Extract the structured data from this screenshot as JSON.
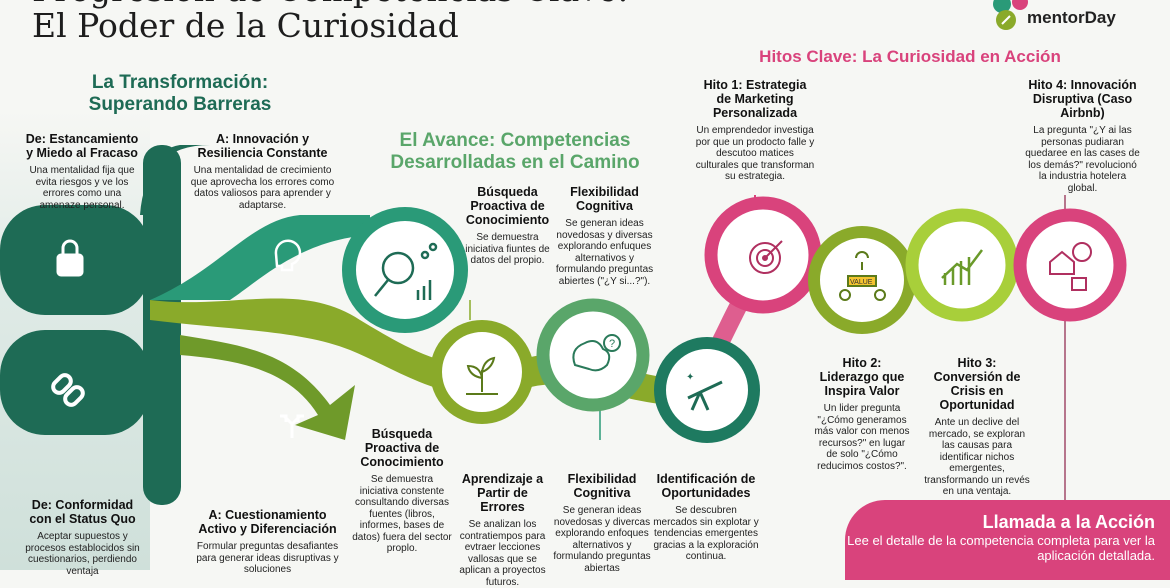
{
  "title": {
    "line1": "Progresión de Competencias Clave:",
    "line2": "El Poder de la Curiosidad"
  },
  "logo": {
    "name": "mentorDay"
  },
  "colors": {
    "dark_green": "#1e6b55",
    "teal": "#2a9a78",
    "olive": "#8aaa2a",
    "lime": "#a8cf3a",
    "pink": "#d9437c",
    "section_green": "#5aa66a"
  },
  "transformation": {
    "heading": "La Transformación:\nSuperando Barreras",
    "items": [
      {
        "title": "De: Estancamiento y Miedo al Fracaso",
        "text": "Una mentalidad fija que evita riesgos y ve los errores como una amenaze personal.",
        "icon": "lock-icon"
      },
      {
        "title": "A: Innovación y Resiliencia Constante",
        "text": "Una mentalidad de crecimiento que aprovecha los errores como datos valiosos para aprender y adaptarse.",
        "icon": "brain-head-icon"
      },
      {
        "title": "De: Conformidad con el Status Quo",
        "text": "Aceptar supuestos y procesos establocidos sin cuestionarios, perdiendo ventaja",
        "icon": "chain-link-icon"
      },
      {
        "title": "A: Cuestionamiento Activo y Diferenciación",
        "text": "Formular preguntas desafiantes para generar ideas disruptivas y soluciones",
        "icon": "split-arrows-icon"
      }
    ]
  },
  "advance": {
    "heading": "El Avance: Competencias\nDesarrolladas en el Camino",
    "top": [
      {
        "title": "Búsqueda Proactiva de Conocimiento",
        "text": "Se demuestra iniciativa fiuntes de datos del propio."
      },
      {
        "title": "Flexibilidad Cognitiva",
        "text": "Se generan ideas novedosas y diversas explorando enfuques alternativos y formulando preguntas abiertes (\"¿Y si...?\")."
      }
    ],
    "bottom": [
      {
        "title": "Búsqueda Proactiva de Conocimiento",
        "text": "Se demuestra iniciativa constente consultando diversas fuentes (libros, informes, bases de datos) fuera del sector proplo."
      },
      {
        "title": "Aprendizaje a Partir de Errores",
        "text": "Se analizan los contratiempos para evtraer lecciones vallosas que se aplican a proyectos futuros."
      },
      {
        "title": "Flexibilidad Cognitiva",
        "text": "Se generan ideas novedosas y divercas explorando enfoques alternativos y formulando preguntas abiertas"
      },
      {
        "title": "Identificación de Oportunidades",
        "text": "Se descubren mercados sin explotar y tendencias emergentes gracias a la exploración continua."
      }
    ],
    "icons": [
      "magnifier-globe-chart-icon",
      "sprout-icon",
      "brain-gears-icon",
      "telescope-icon"
    ]
  },
  "milestones": {
    "heading": "Hitos Clave: La Curiosidad en Acción",
    "items": [
      {
        "title": "Hito 1: Estrategia de Marketing Personalizada",
        "text": "Un emprendedor investiga por que un prodocto falle y descutoo matices culturales que transforman su estrategia.",
        "icon": "target-icon"
      },
      {
        "title": "Hito 2: Liderazgo que Inspira Valor",
        "text": "Un lider pregunta \"¿Cómo generamos más valor con menos recursos?\" en lugar de solo \"¿Cómo reducimos costos?\".",
        "icon": "value-team-icon",
        "icon_label": "VALUE"
      },
      {
        "title": "Hito 3: Conversión de Crisis en Oportunidad",
        "text": "Ante un declive del mercado, se exploran las causas para identificar nichos emergentes, transformando un revés en una ventaja.",
        "icon": "growth-chart-icon"
      },
      {
        "title": "Hito 4: Innovación Disruptiva (Caso Airbnb)",
        "text": "La pregunta \"¿Y ai las personas pudiaran quedaree en las cases de los demás?\" revolucionó la industria hotelera global.",
        "icon": "house-globe-icon"
      }
    ]
  },
  "cta": {
    "title": "Llamada a la Acción",
    "text": "Lee el detalle de la competencia completa para ver la aplicación detallada."
  }
}
